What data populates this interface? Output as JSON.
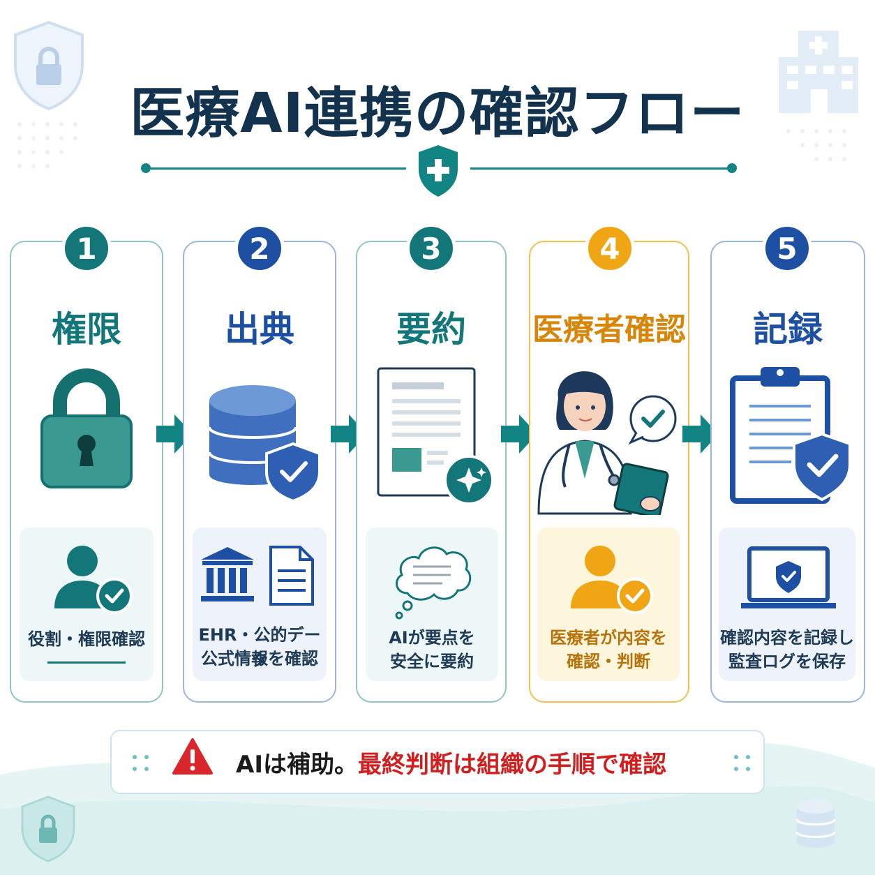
{
  "title": "医療AI連携の確認フロー",
  "steps": [
    {
      "number": "1",
      "title": "権限",
      "desc_lines": [
        "役割・権限確認"
      ],
      "color": "#13777a"
    },
    {
      "number": "2",
      "title": "出典",
      "desc_lines": [
        "EHR・公的データ",
        "公式情報を確認"
      ],
      "color": "#1d50a3"
    },
    {
      "number": "3",
      "title": "要約",
      "desc_lines": [
        "AIが要点を",
        "安全に要約"
      ],
      "color": "#13777a"
    },
    {
      "number": "4",
      "title": "医療者確認",
      "desc_lines": [
        "医療者が内容を",
        "確認・判断"
      ],
      "color": "#e09a0c"
    },
    {
      "number": "5",
      "title": "記録",
      "desc_lines": [
        "確認内容を記録し",
        "監査ログを保存"
      ],
      "color": "#1d50a3"
    }
  ],
  "banner": {
    "dark_text": "AIは補助。",
    "red_text": "最終判断は組織の手順で確認"
  },
  "icons": {
    "header_left": "shield-lock-icon",
    "header_right": "hospital-icon",
    "divider_center": "shield-cross-icon",
    "step_illustrations": [
      "padlock-icon",
      "database-shield-icon",
      "document-sparkle-icon",
      "doctor-clipboard-icon",
      "clipboard-shield-icon"
    ],
    "step_desc_icons": [
      "user-check-icon",
      "bank-document-icon",
      "thought-bubble-icon",
      "user-check-icon",
      "laptop-shield-icon"
    ],
    "banner_icon": "warning-icon",
    "footer_left": "shield-lock-icon",
    "footer_right": "database-icon"
  },
  "colors": {
    "teal": "#13777a",
    "blue": "#1d50a3",
    "orange": "#e09a0c",
    "title": "#12324d",
    "warning_red": "#d01f1f"
  }
}
